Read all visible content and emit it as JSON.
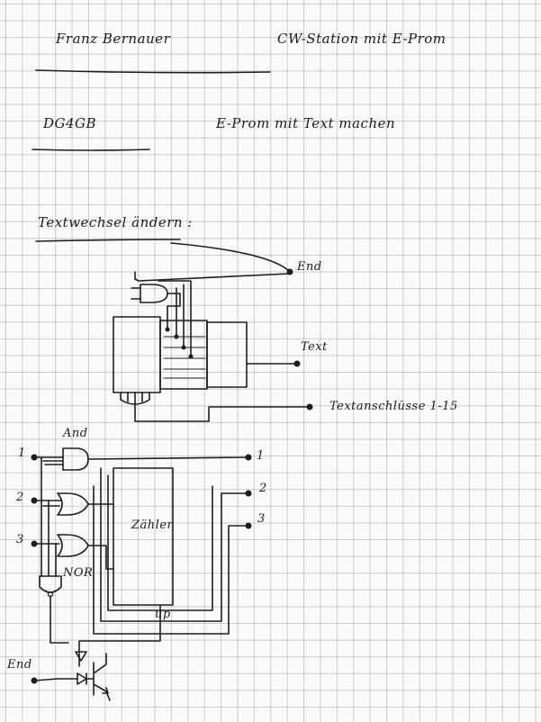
{
  "header": {
    "author": "Franz Bernauer",
    "subject": "CW-Station mit E-Prom",
    "callsign": "DG4GB",
    "topic": "E-Prom mit Text machen"
  },
  "section_title": "Textwechsel ändern :",
  "upper_circuit": {
    "labels": {
      "end": "End",
      "text": "Text",
      "address": "Textanschlüsse 1-15"
    }
  },
  "lower_circuit": {
    "labels": {
      "and_gate": "And",
      "counter": "Zähler",
      "nor_gate": "NOR",
      "up": "up",
      "end": "End",
      "input_1": "1",
      "input_2": "2",
      "input_3": "3",
      "output_1": "1",
      "output_2": "2",
      "output_3": "3"
    }
  }
}
